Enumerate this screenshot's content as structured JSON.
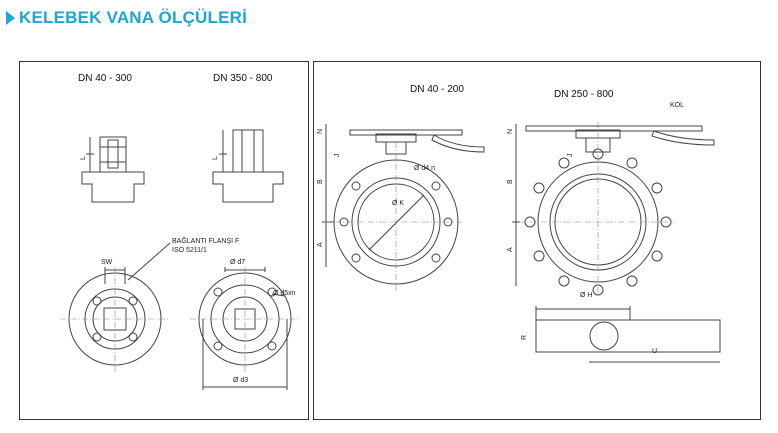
{
  "page": {
    "title": "KELEBEK VANA ÖLÇÜLERİ",
    "accent_color": "#1aa7d6"
  },
  "left_drawing": {
    "label_dn_small": "DN 40 - 300",
    "label_dn_large": "DN 350 - 800",
    "flange_note_line1": "BAĞLANTI FLANŞI  F",
    "flange_note_line2": "ISO 5211/1",
    "dim_L1": "L",
    "dim_L2": "L",
    "dim_sw": "SW",
    "dim_d7": "Ø d7",
    "dim_d5": "Ø d5xn",
    "dim_d3": "Ø d3"
  },
  "right_drawing": {
    "label_dn_small": "DN 40 - 200",
    "label_dn_large": "DN 250 - 800",
    "label_kol": "KOL",
    "dim_N1": "N",
    "dim_N2": "N",
    "dim_J1": "J",
    "dim_J2": "J",
    "dim_B1": "B",
    "dim_B2": "B",
    "dim_A1": "A",
    "dim_A2": "A",
    "dim_d4n": "Ø d4 n",
    "dim_K": "Ø K",
    "dim_H": "Ø H",
    "dim_R": "R",
    "dim_U": "U"
  }
}
